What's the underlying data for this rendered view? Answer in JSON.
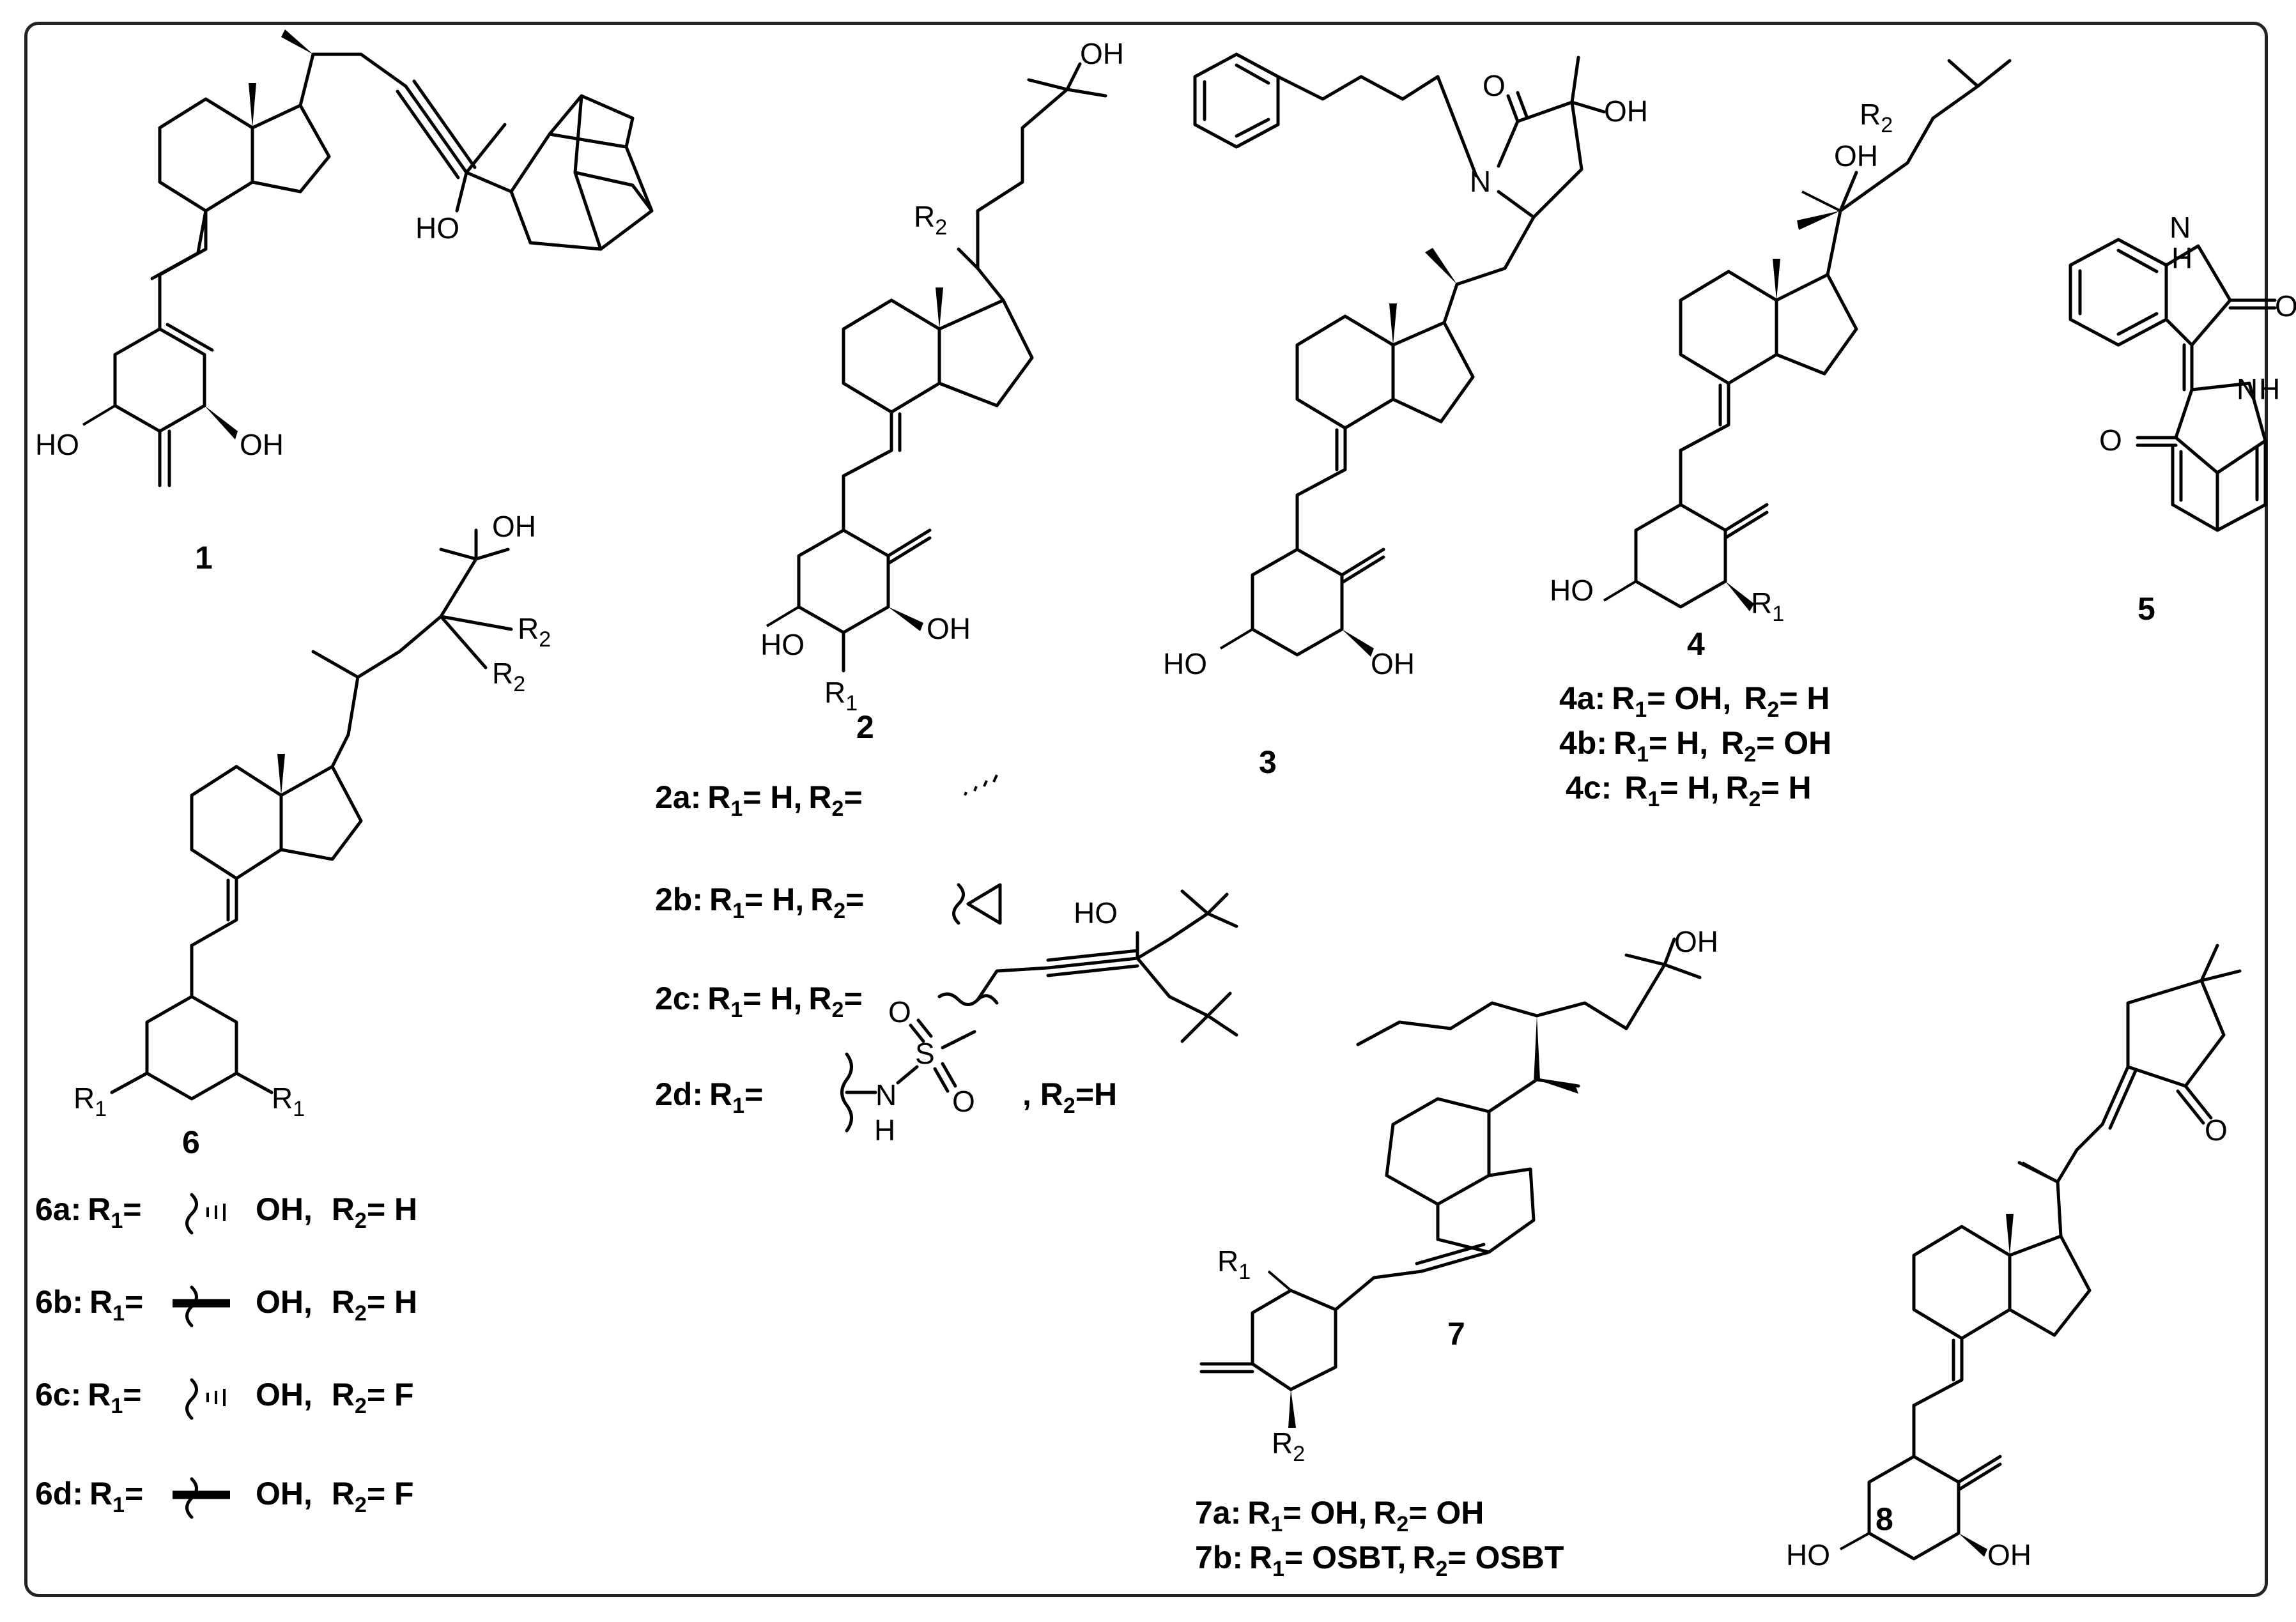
{
  "compounds": {
    "c1": "1",
    "c2": "2",
    "c3": "3",
    "c4": "4",
    "c5": "5",
    "c6": "6",
    "c7": "7",
    "c8": "8"
  },
  "atoms": {
    "OH": "OH",
    "HO": "HO",
    "O": "O",
    "N": "N",
    "H": "H",
    "S": "S",
    "R": "R",
    "sub1": "1",
    "sub2": "2"
  },
  "variants_2": {
    "a_label": "2a:",
    "b_label": "2b:",
    "c_label": "2c:",
    "d_label": "2d:",
    "d_tail": ", R",
    "d_tail_val": "=H"
  },
  "variants_4": {
    "a": "4a:",
    "b": "4b:",
    "c": "4c:"
  },
  "variants_6": {
    "a": "6a:",
    "b": "6b:",
    "c": "6c:",
    "d": "6d:"
  },
  "variants_7": {
    "a": "7a:",
    "b": "7b:"
  },
  "values": {
    "eqH": "= H",
    "eqOH": "= OH",
    "eqF": "= F",
    "eqOSBT": "= OSBT",
    "eq": "=",
    "comma": ","
  },
  "colors": {
    "ink": "#000000",
    "border": "#222222",
    "background": "#ffffff"
  }
}
